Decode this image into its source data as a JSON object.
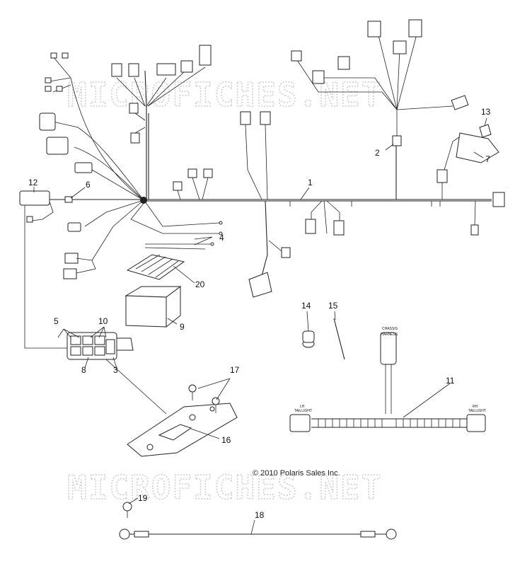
{
  "watermark": {
    "text": "MICROFICHES.NET"
  },
  "copyright": "© 2010 Polaris Sales Inc.",
  "callouts": [
    "1",
    "2",
    "3",
    "4",
    "5",
    "6",
    "7",
    "8",
    "9",
    "10",
    "11",
    "12",
    "13",
    "14",
    "15",
    "16",
    "17",
    "18",
    "19",
    "20"
  ],
  "connector_labels": {
    "chassis_harness": "CHASSIS\nHARNESS",
    "lh_taillight": "LH\nTAILLIGHT",
    "rh_taillight": "RH\nTAILLIGHT"
  },
  "colors": {
    "line": "#222222",
    "watermark": "#cfcfcf",
    "background": "#ffffff"
  }
}
